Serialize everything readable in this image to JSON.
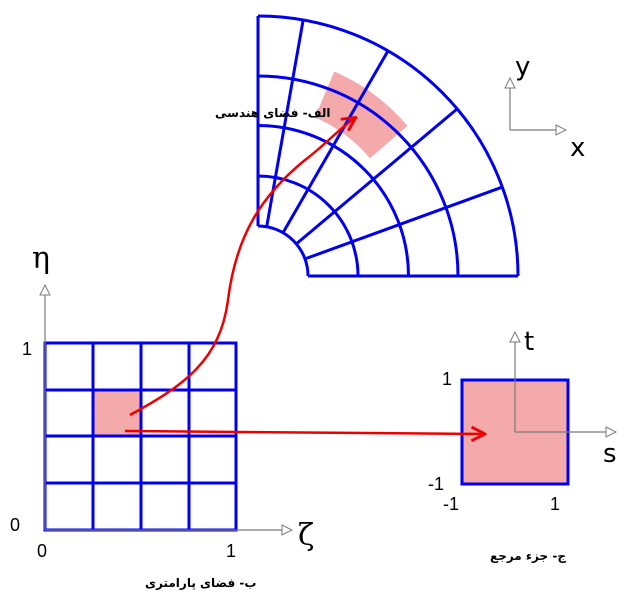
{
  "captions": {
    "geometric_space": "الف- فضای هندسی",
    "parametric_space": "ب- فضای پارامتری",
    "reference_element": "ج- جزء مرجع"
  },
  "geometric_axes": {
    "x_label": "x",
    "y_label": "y"
  },
  "parametric_axes": {
    "horizontal_label": "ζ",
    "vertical_label": "η",
    "origin_label": "0",
    "h_max_label": "1",
    "v_max_label": "1",
    "h_origin_label": "0"
  },
  "reference_axes": {
    "s_label": "s",
    "t_label": "t",
    "left_label": "-1",
    "right_label": "1",
    "top_label": "1",
    "bottom_label": "-1"
  },
  "colors": {
    "grid": "#0000ee",
    "highlight_fill": "#f4a9ab",
    "arrow": "#ee0000",
    "axis": "#7a7a7a"
  }
}
